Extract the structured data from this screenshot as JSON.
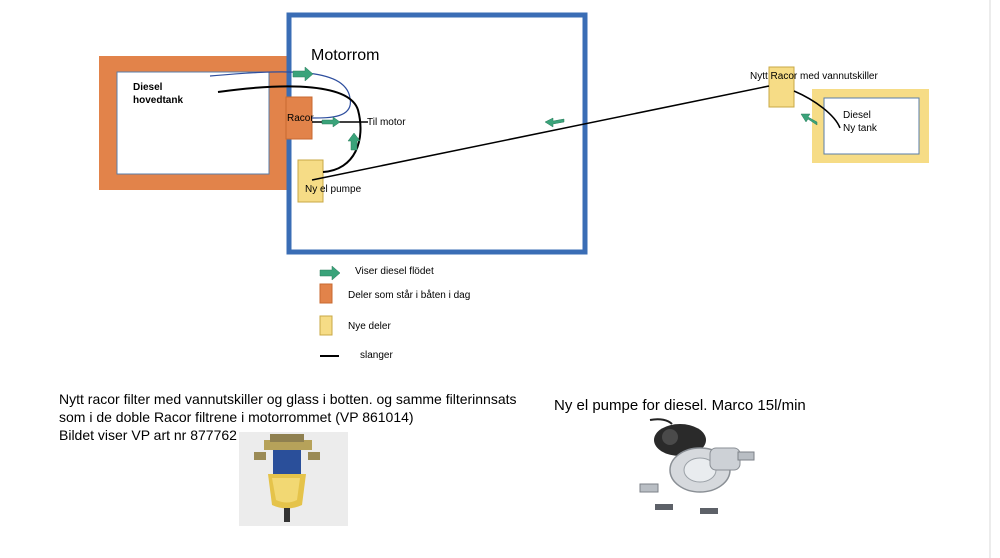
{
  "colors": {
    "motor_room_border": "#3a6db5",
    "existing_part": "#e2834a",
    "existing_part_border": "#c86a30",
    "new_part": "#f6dc86",
    "new_part_border": "#c8a845",
    "tank_inner_border": "#5a7ea8",
    "flow_arrow": "#3aa37a",
    "hose": "#000000",
    "blue_hose": "#2e4e9e"
  },
  "diagram": {
    "motor_room_label": "Motorrom",
    "main_tank_label_line1": "Diesel",
    "main_tank_label_line2": "hovedtank",
    "racor_label": "Racor",
    "to_motor_label": "Til motor",
    "new_pump_label": "Ny el pumpe",
    "new_racor_label": "Nytt Racor med vannutskiller",
    "new_tank_label_line1": "Diesel",
    "new_tank_label_line2": "Ny tank"
  },
  "legend": {
    "flow": "Viser diesel flödet",
    "existing": "Deler som står i båten i dag",
    "new": "Nye deler",
    "hoses": "slanger"
  },
  "captions": {
    "filter_line1": "Nytt racor filter med vannutskiller og glass i botten.  og samme filterinnsats",
    "filter_line2": "som i de doble Racor filtrene i motorrommet (VP 861014)",
    "filter_line3": "Bildet viser VP art nr 877762",
    "pump": "Ny el pumpe for diesel. Marco 15l/min"
  }
}
